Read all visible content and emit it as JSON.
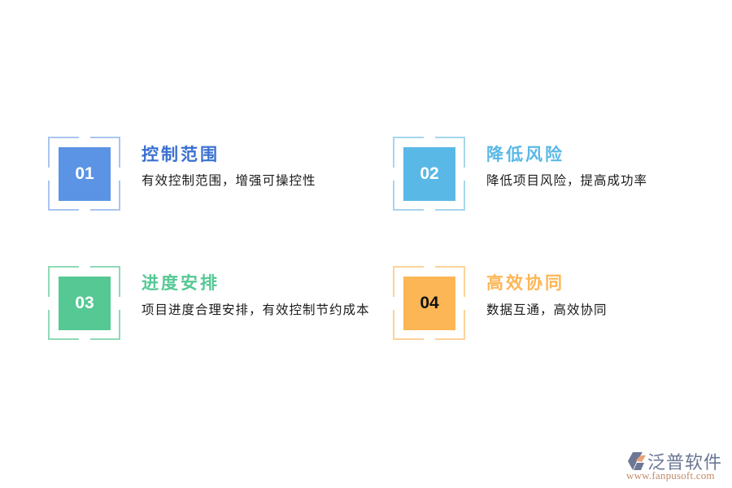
{
  "items": [
    {
      "number": "01",
      "title": "控制范围",
      "description": "有效控制范围，增强可操控性",
      "accent": "#5b93e5",
      "frame": "#a9c6f0",
      "title_color": "#3a70d0",
      "number_color": "#ffffff"
    },
    {
      "number": "02",
      "title": "降低风险",
      "description": "降低项目风险，提高成功率",
      "accent": "#5ab8e6",
      "frame": "#a6d6ef",
      "title_color": "#5ab8e6",
      "number_color": "#ffffff"
    },
    {
      "number": "03",
      "title": "进度安排",
      "description": "项目进度合理安排，有效控制节约成本",
      "accent": "#55c894",
      "frame": "#8fdab5",
      "title_color": "#55c894",
      "number_color": "#ffffff"
    },
    {
      "number": "04",
      "title": "高效协同",
      "description": "数据互通，高效协同",
      "accent": "#fdb655",
      "frame": "#fdd39a",
      "title_color": "#fdb655",
      "number_color": "#111111"
    }
  ],
  "logo": {
    "brand": "泛普软件",
    "url": "www.fanpusoft.com",
    "icon": "fanpu-logo-icon"
  }
}
